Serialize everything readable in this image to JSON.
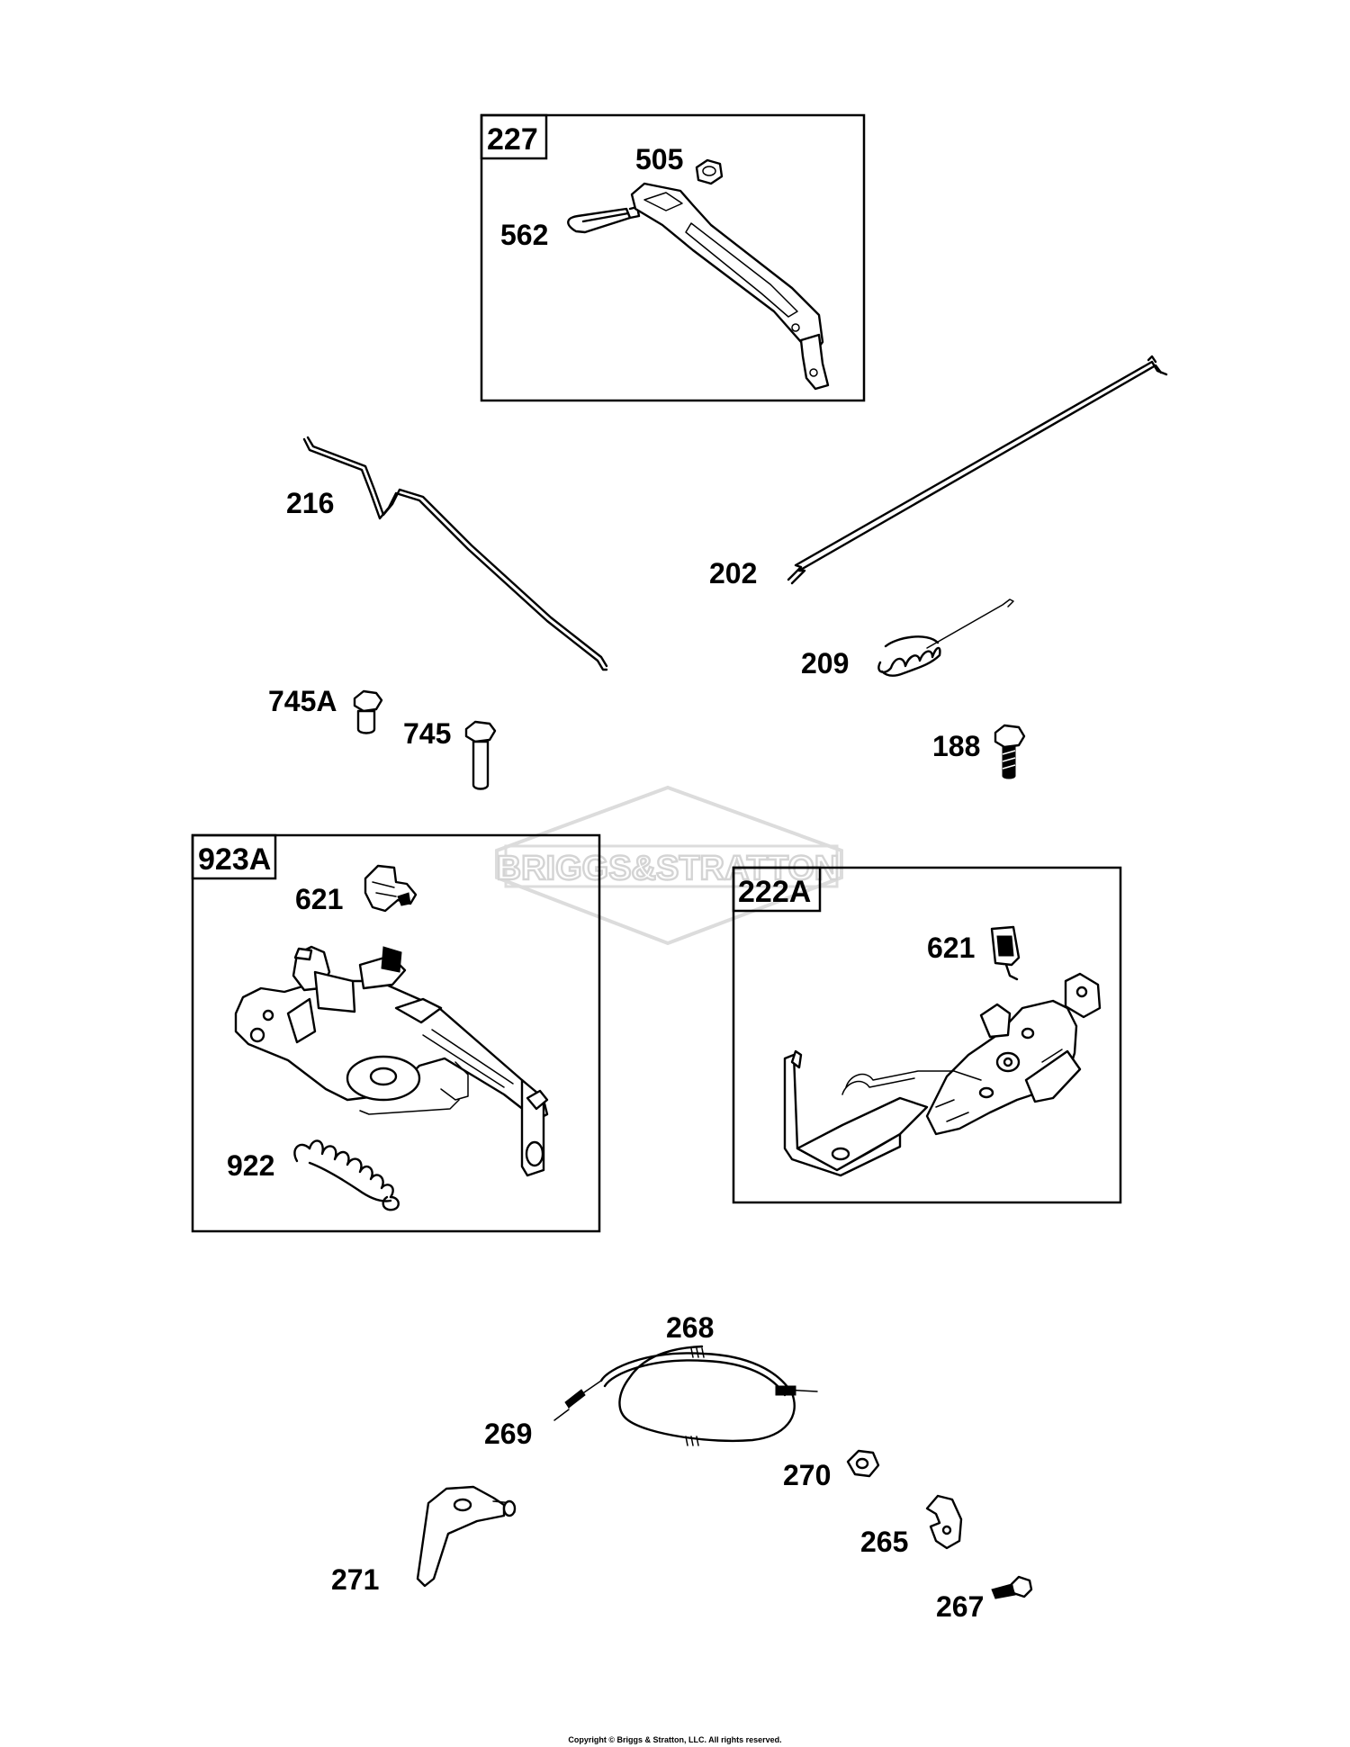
{
  "watermark": "BRIGGS&STRATTON",
  "groups": [
    {
      "id": "227",
      "label": "227"
    },
    {
      "id": "923A",
      "label": "923A"
    },
    {
      "id": "222A",
      "label": "222A"
    }
  ],
  "parts": {
    "p505": "505",
    "p562": "562",
    "p216": "216",
    "p202": "202",
    "p209": "209",
    "p745A": "745A",
    "p745": "745",
    "p188": "188",
    "p621a": "621",
    "p922": "922",
    "p621b": "621",
    "p268": "268",
    "p269": "269",
    "p270": "270",
    "p265": "265",
    "p271": "271",
    "p267": "267"
  },
  "copyright": "Copyright © Briggs & Stratton, LLC. All rights reserved."
}
